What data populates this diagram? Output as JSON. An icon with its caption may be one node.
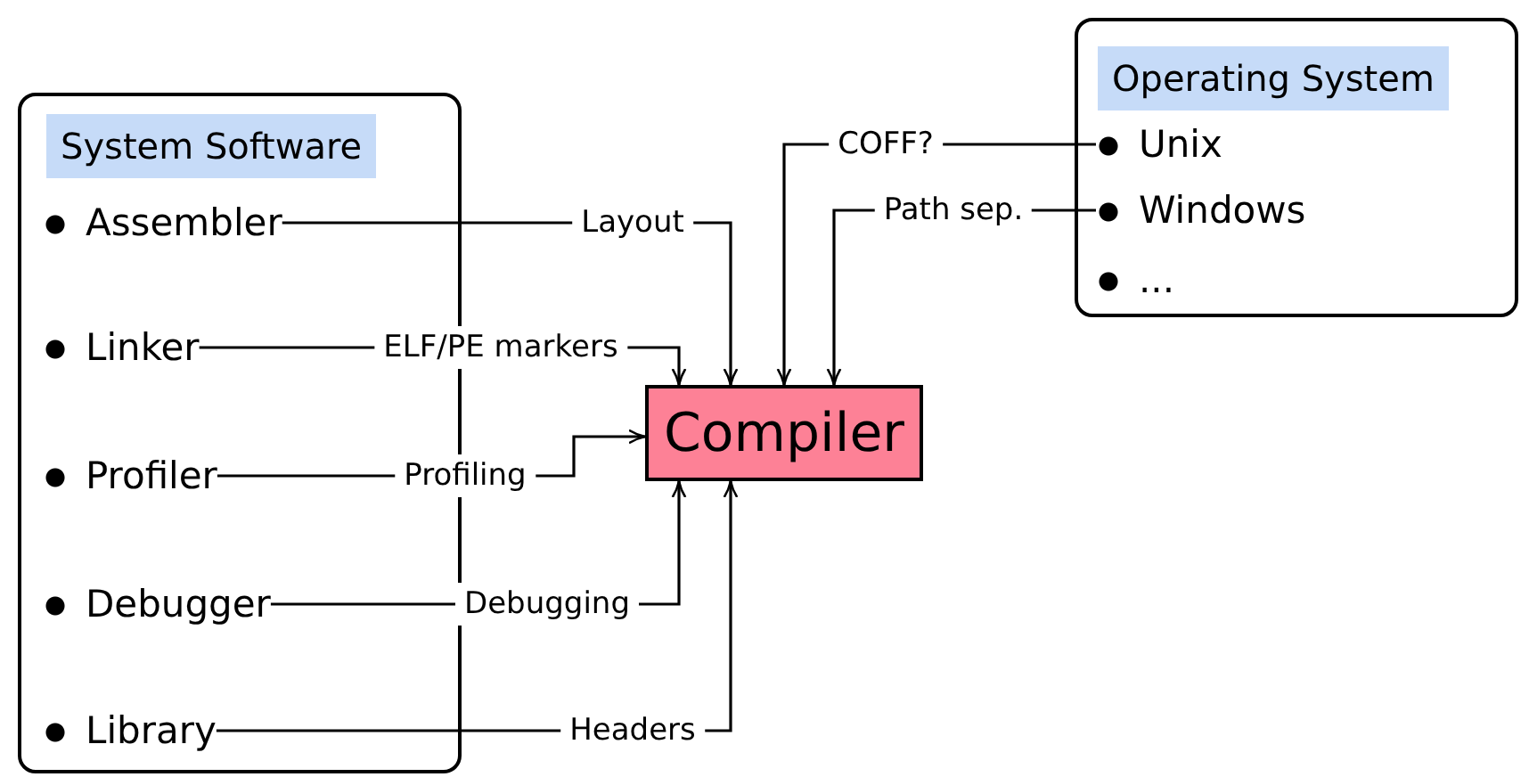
{
  "diagram": {
    "nodes": [
      {
        "text": [
          "System Software"
        ]
      },
      {
        "text": [
          "Assembler"
        ],
        "in": 0
      },
      {
        "text": [
          "Linker"
        ],
        "in": 0
      },
      {
        "text": [
          "Profiler"
        ],
        "in": 0
      },
      {
        "text": [
          "Debugger"
        ],
        "in": 0
      },
      {
        "text": [
          "Library"
        ],
        "in": 0
      },
      {
        "text": [
          "Operating System"
        ]
      },
      {
        "text": [
          "Unix"
        ],
        "in": 6
      },
      {
        "text": [
          "Windows"
        ],
        "in": 6
      },
      {
        "text": [
          "..."
        ],
        "in": 6
      },
      {
        "text": [
          "Compiler"
        ]
      }
    ],
    "edges": [
      {
        "from": 1,
        "to": 10,
        "arrow": "to",
        "label": "Layout"
      },
      {
        "from": 2,
        "to": 10,
        "arrow": "to",
        "label": "ELF/PE markers"
      },
      {
        "from": 3,
        "to": 10,
        "arrow": "to",
        "label": "Profiling"
      },
      {
        "from": 4,
        "to": 10,
        "arrow": "to",
        "label": "Debugging"
      },
      {
        "from": 5,
        "to": 10,
        "arrow": "to",
        "label": "Headers"
      },
      {
        "from": 7,
        "to": 10,
        "arrow": "to",
        "label": "COFF?"
      },
      {
        "from": 8,
        "to": 10,
        "arrow": "to",
        "label": "Path sep."
      }
    ]
  }
}
